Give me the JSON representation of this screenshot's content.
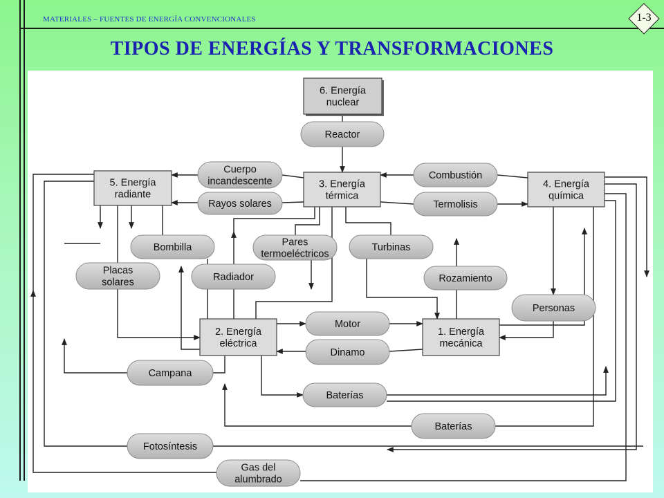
{
  "header": {
    "subtitle": "MATERIALES – FUENTES DE ENERGÍA CONVENCIONALES",
    "page_number": "1-3",
    "title": "TIPOS DE ENERGÍAS Y TRANSFORMACIONES"
  },
  "colors": {
    "title": "#1a22b0",
    "header_text": "#1a33cc",
    "box_fill": "#dcdcdc",
    "pill_fill": "#c6c6c6",
    "line": "#222222"
  },
  "diagram": {
    "boxes": {
      "nuclear": [
        "6. Energía",
        "nuclear"
      ],
      "termica": [
        "3. Energía",
        "térmica"
      ],
      "radiante": [
        "5. Energía",
        "radiante"
      ],
      "quimica": [
        "4. Energía",
        "química"
      ],
      "electrica": [
        "2. Energía",
        "eléctrica"
      ],
      "mecanica": [
        "1. Energía",
        "mecánica"
      ]
    },
    "processes": {
      "reactor": [
        "Reactor"
      ],
      "cuerpo": [
        "Cuerpo",
        "incandescente"
      ],
      "rayos": [
        "Rayos solares"
      ],
      "combustion": [
        "Combustión"
      ],
      "termolisis": [
        "Termolisis"
      ],
      "bombilla": [
        "Bombilla"
      ],
      "pares": [
        "Pares",
        "termoeléctricos"
      ],
      "turbinas": [
        "Turbinas"
      ],
      "placas": [
        "Placas",
        "solares"
      ],
      "radiador": [
        "Radiador"
      ],
      "rozamiento": [
        "Rozamiento"
      ],
      "personas": [
        "Personas"
      ],
      "motor": [
        "Motor"
      ],
      "dinamo": [
        "Dinamo"
      ],
      "campana": [
        "Campana"
      ],
      "baterias1": [
        "Baterías"
      ],
      "baterias2": [
        "Baterías"
      ],
      "fotosintesis": [
        "Fotosíntesis"
      ],
      "gas": [
        "Gas del",
        "alumbrado"
      ]
    }
  }
}
